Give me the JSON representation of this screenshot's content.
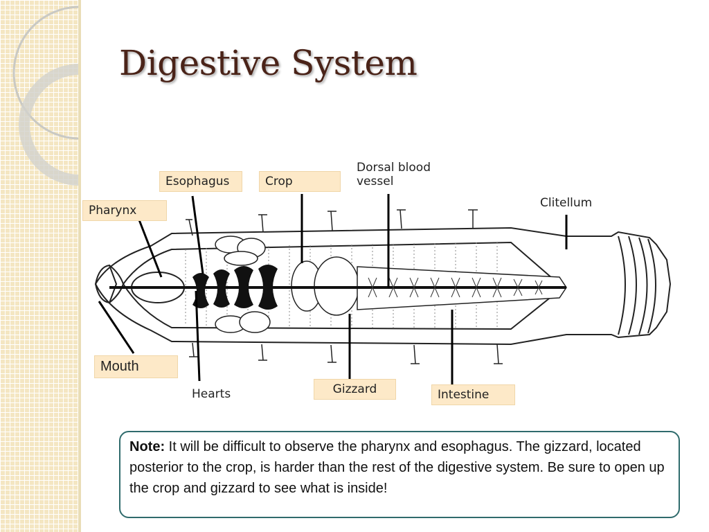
{
  "slide": {
    "title": "Digestive System"
  },
  "diagram": {
    "labels": {
      "pharynx": "Pharynx",
      "esophagus": "Esophagus",
      "crop": "Crop",
      "dorsal_blood_vessel_line1": "Dorsal blood",
      "dorsal_blood_vessel_line2": "vessel",
      "clitellum": "Clitellum",
      "mouth": "Mouth",
      "hearts": "Hearts",
      "gizzard": "Gizzard",
      "intestine": "Intestine"
    }
  },
  "note": {
    "lead": "Note:",
    "text": " It will be difficult to observe the pharynx and esophagus.  The gizzard, located posterior to the crop, is harder than the rest of the digestive system. Be sure to open up the crop and gizzard to see what is inside!"
  },
  "colors": {
    "title": "#4a2318",
    "side_panel": "#f4e6c2",
    "label_box": "#fde9c8",
    "note_border": "#2f6b6c"
  }
}
